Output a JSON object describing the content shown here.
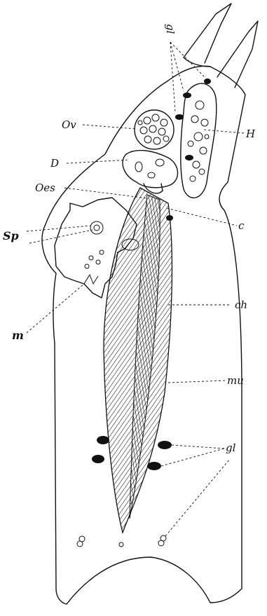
{
  "figure": {
    "labels": {
      "gl_top": "gl",
      "Ov": "Ov",
      "H": "H",
      "D": "D",
      "Oes": "Oes",
      "c": "c",
      "Sp": "Sp",
      "ch": "ch",
      "m": "m",
      "mu": "mu",
      "gl_bottom": "gl"
    },
    "colors": {
      "ink": "#111111",
      "paper": "#ffffff"
    }
  }
}
